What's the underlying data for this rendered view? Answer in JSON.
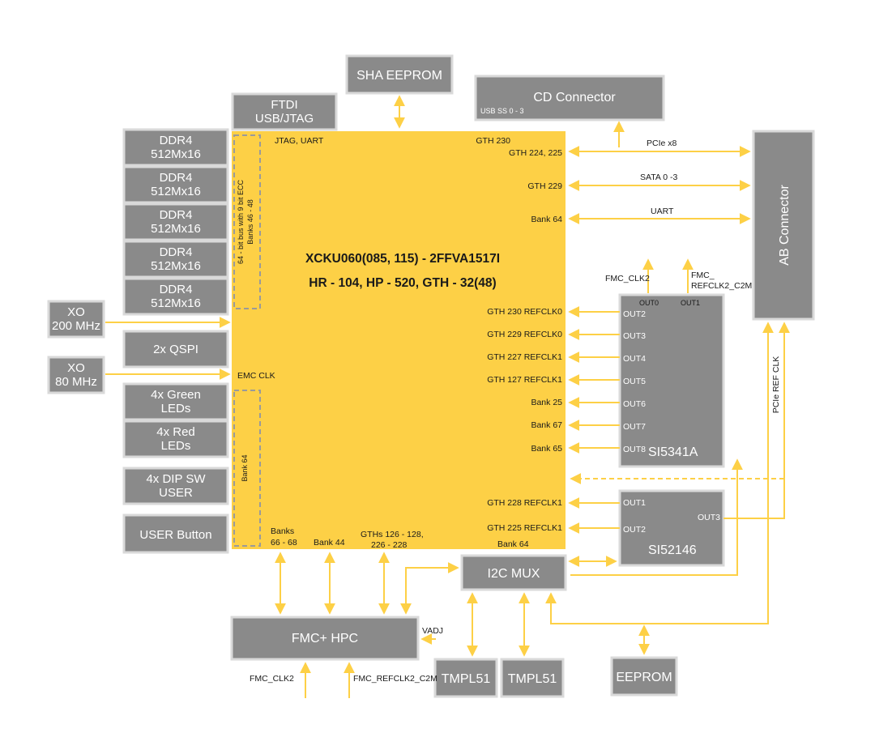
{
  "blocks": {
    "sha_eeprom": "SHA EEPROM",
    "cd_connector": "CD Connector",
    "usb_ss": "USB SS 0 - 3",
    "ftdi_l1": "FTDI",
    "ftdi_l2": "USB/JTAG",
    "ddr4_l1": "DDR4",
    "ddr4_l2": "512Mx16",
    "xo200_l1": "XO",
    "xo200_l2": "200 MHz",
    "qspi": "2x QSPI",
    "xo80_l1": "XO",
    "xo80_l2": "80 MHz",
    "green_l1": "4x Green",
    "green_l2": "LEDs",
    "red_l1": "4x Red",
    "red_l2": "LEDs",
    "dip_l1": "4x DIP SW",
    "dip_l2": "USER",
    "user_button": "USER Button",
    "ab_connector": "AB Connector",
    "si5341": "SI5341A",
    "si52146": "SI52146",
    "i2c_mux": "I2C MUX",
    "fmc_hpc": "FMC+ HPC",
    "tmpl51": "TMPL51",
    "eeprom": "EEPROM"
  },
  "fpga": {
    "title1": "XCKU060(085, 115) - 2FFVA1517I",
    "title2": "HR - 104, HP - 520, GTH - 32(48)",
    "ddr_bus_l1": "64 - bit bus with 9 bit ECC",
    "ddr_bus_l2": "Banks 46 - 48",
    "bank64_left": "Bank 64",
    "jtag_uart": "JTAG, UART",
    "emc_clk": "EMC CLK",
    "gth230_top": "GTH 230",
    "gth224": "GTH 224, 225",
    "gth229": "GTH 229",
    "bank64_r": "Bank 64",
    "gth230_ref": "GTH 230 REFCLK0",
    "gth229_ref": "GTH 229 REFCLK0",
    "gth227_ref": "GTH 227 REFCLK1",
    "gth127_ref": "GTH 127 REFCLK1",
    "bank25": "Bank 25",
    "bank67": "Bank 67",
    "bank65": "Bank 65",
    "gth228_ref": "GTH 228 REFCLK1",
    "gth225_ref": "GTH 225 REFCLK1",
    "bank64_bottom": "Bank 64",
    "banks66_l1": "Banks",
    "banks66_l2": "66 - 68",
    "bank44": "Bank 44",
    "gths_l1": "GTHs 126 - 128,",
    "gths_l2": "226 - 228"
  },
  "signals": {
    "pcie_x8": "PCIe x8",
    "sata": "SATA 0 -3",
    "uart": "UART",
    "fmc_clk2_top": "FMC_CLK2",
    "fmc_refclk_l1": "FMC_",
    "fmc_refclk_l2": "REFCLK2_C2M",
    "out0": "OUT0",
    "out1": "OUT1",
    "out2": "OUT2",
    "out3": "OUT3",
    "out4": "OUT4",
    "out5": "OUT5",
    "out6": "OUT6",
    "out7": "OUT7",
    "out8": "OUT8",
    "si52_out1": "OUT1",
    "si52_out2": "OUT2",
    "si52_out3": "OUT3",
    "pcie_ref_clk": "PCIe REF CLK",
    "vadj": "VADJ",
    "fmc_clk2_bottom": "FMC_CLK2",
    "fmc_refclk_bottom": "FMC_REFCLK2_C2M"
  },
  "colors": {
    "fpga_fill": "#fdd046",
    "block_fill": "#8a8a8a",
    "block_border": "#d9d9d9",
    "line": "#fdd046"
  }
}
